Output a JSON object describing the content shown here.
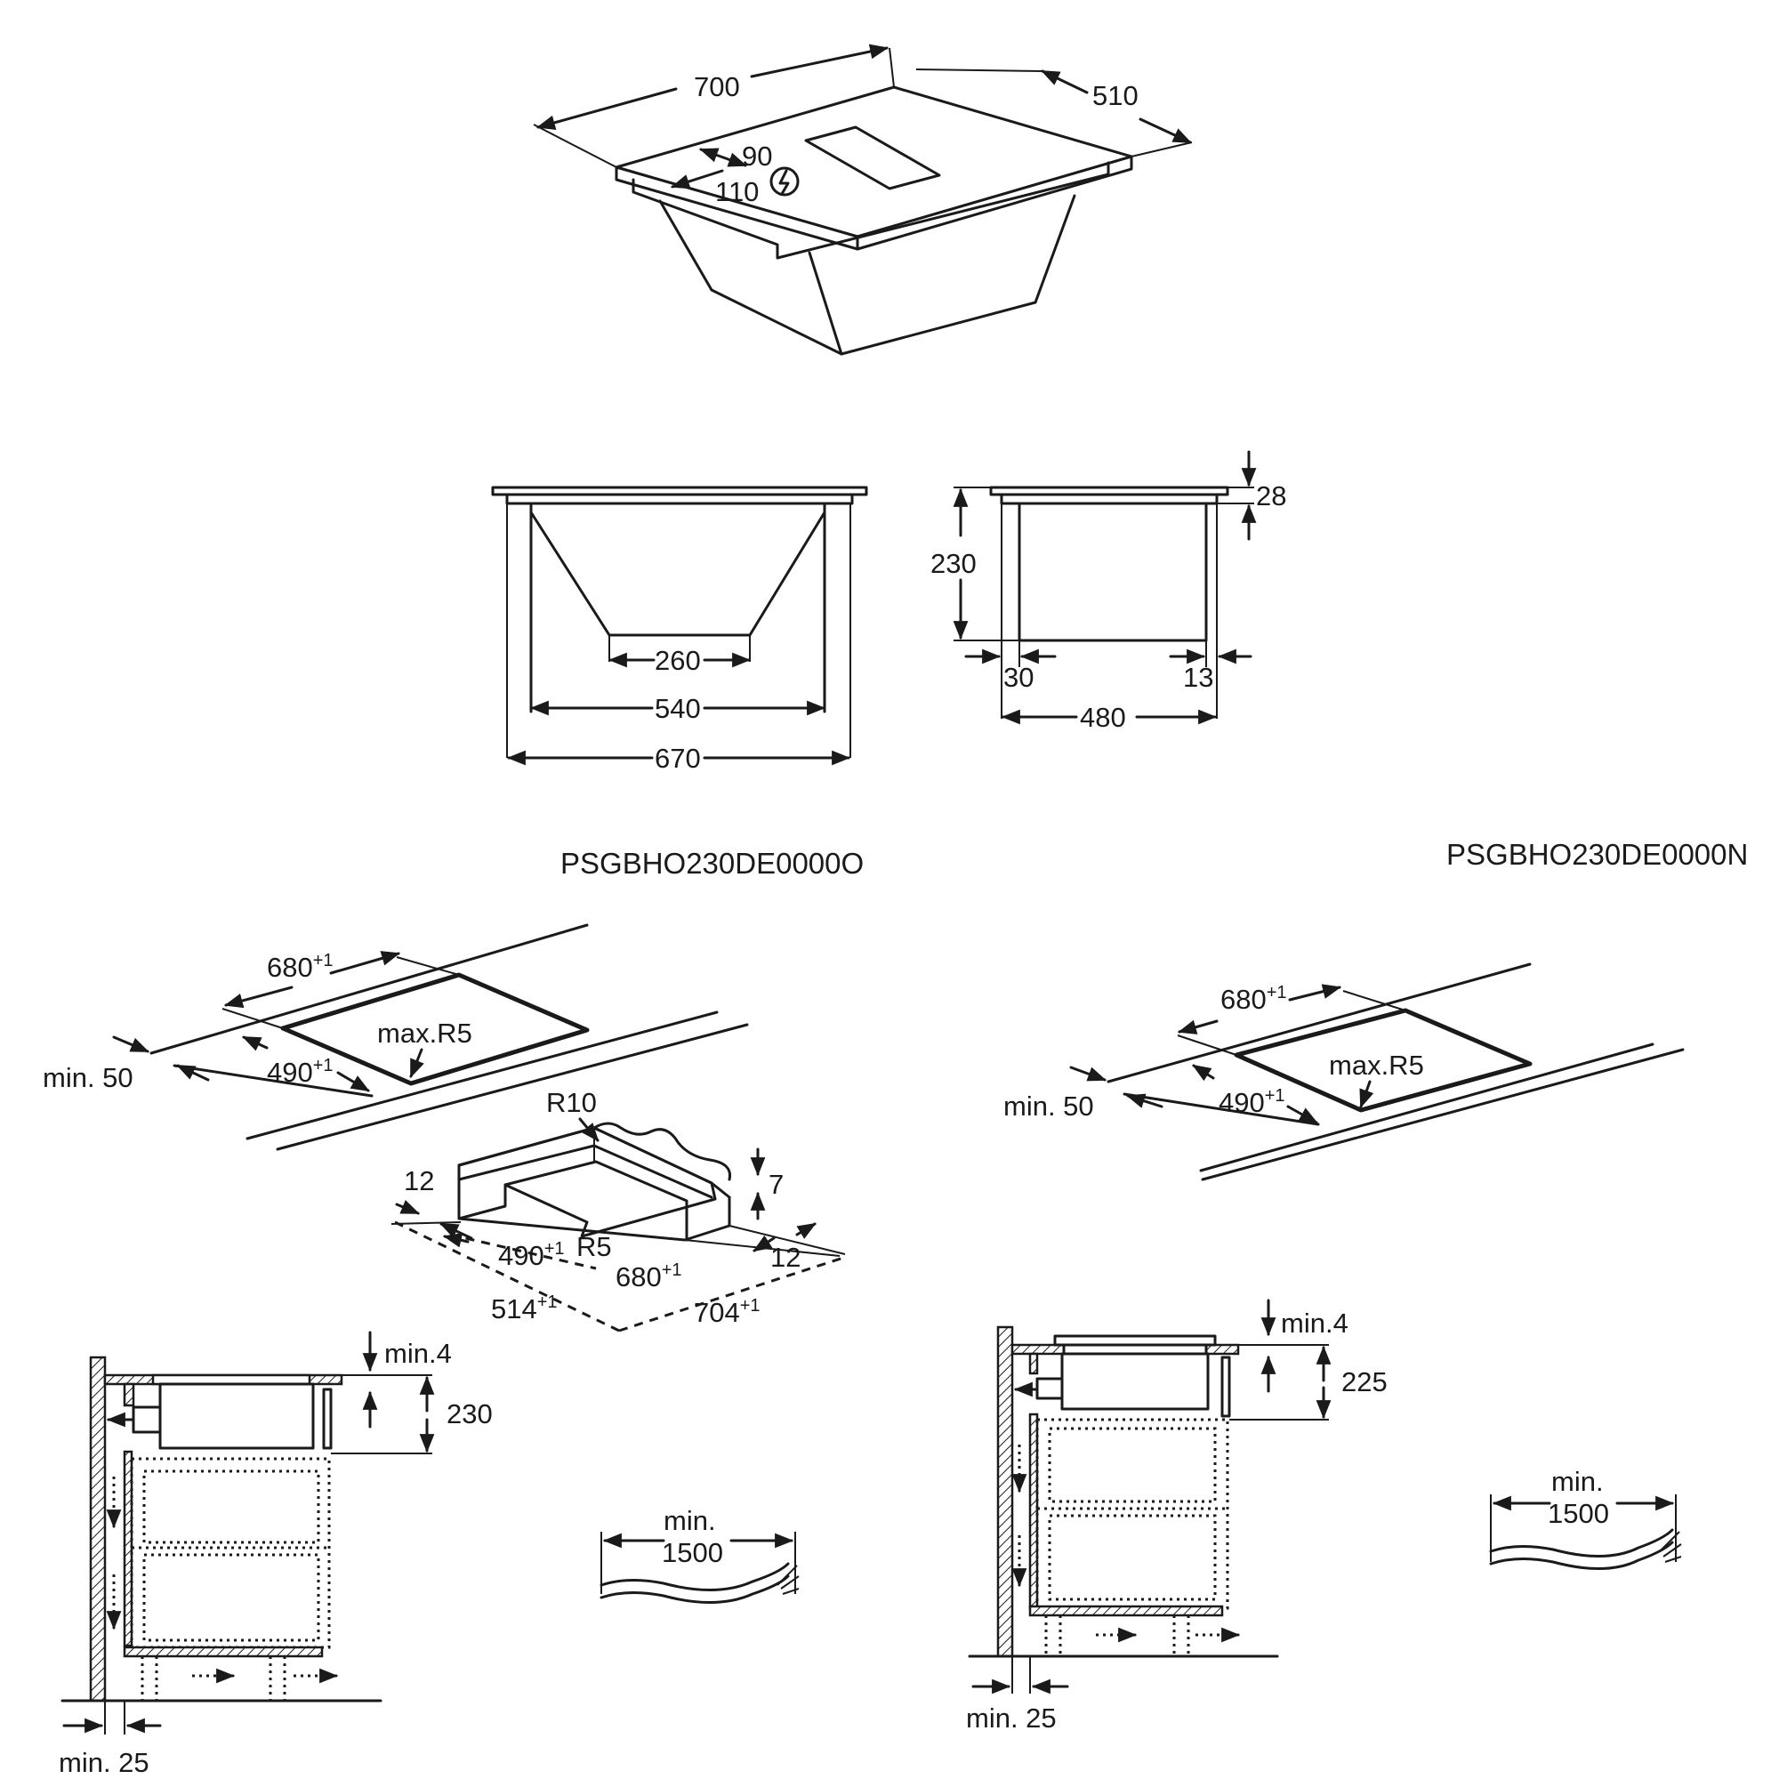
{
  "model_left": "PSGBHO230DE0000O",
  "model_right": "PSGBHO230DE0000N",
  "top_view": {
    "width": "700",
    "depth": "510",
    "inner_a": "90",
    "inner_b": "110",
    "power_icon": "lightning-bolt-icon"
  },
  "front_view": {
    "bottom": "260",
    "inner": "540",
    "outer": "670"
  },
  "side_view": {
    "height": "230",
    "top": "28",
    "left_offset": "30",
    "right_offset": "13",
    "width": "480"
  },
  "cutout": {
    "width": "680",
    "width_tol": "+1",
    "depth": "490",
    "depth_tol": "+1",
    "radius": "max.R5",
    "edge_min": "min. 50"
  },
  "frame": {
    "radius_outer": "R10",
    "radius_inner": "R5",
    "side": "12",
    "step": "7",
    "side_right": "12",
    "inner_depth": "490",
    "inner_depth_tol": "+1",
    "inner_width": "680",
    "inner_width_tol": "+1",
    "outer_depth": "514",
    "outer_depth_tol": "+1",
    "outer_width": "704",
    "outer_width_tol": "+1"
  },
  "install_left": {
    "top_gap": "min.4",
    "height": "230",
    "wall_gap": "min. 25"
  },
  "install_right": {
    "top_gap": "min.4",
    "height": "225",
    "wall_gap": "min. 25"
  },
  "cable": {
    "min_label": "min.",
    "length": "1500"
  }
}
